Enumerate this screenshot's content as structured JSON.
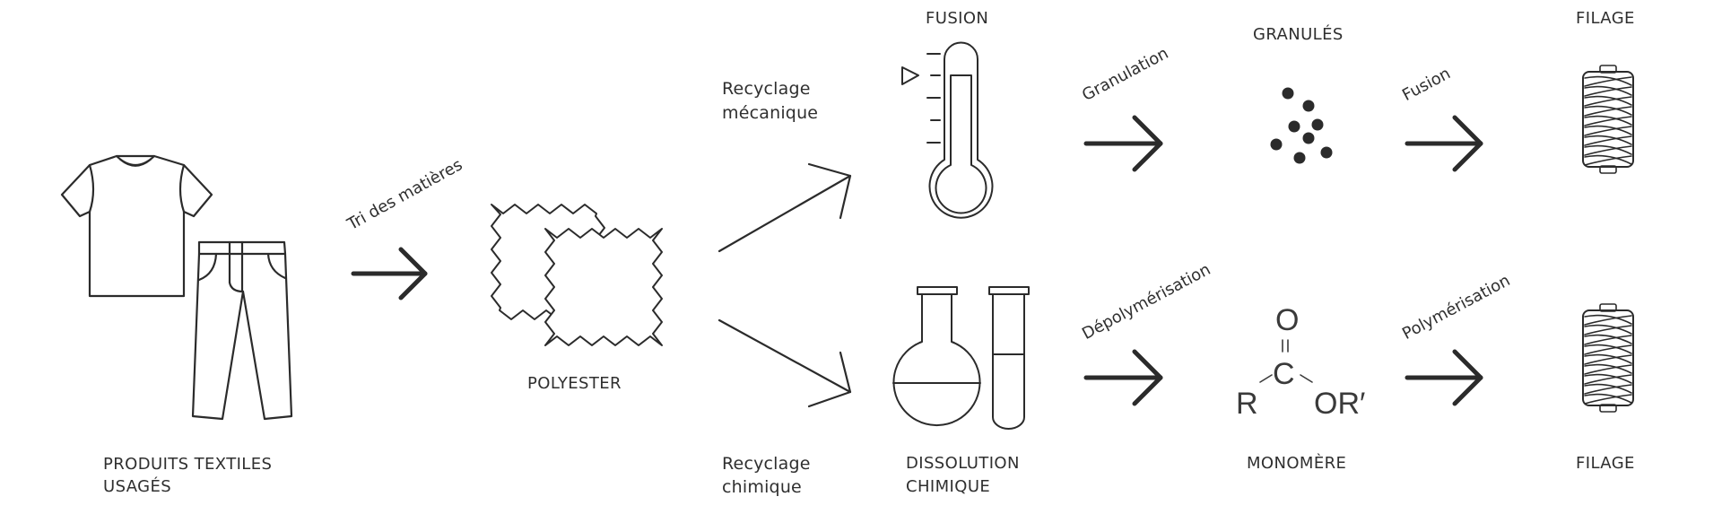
{
  "diagram": {
    "title": "Recyclage du polyester",
    "nodes": {
      "source": {
        "label_line1": "PRODUITS TEXTILES",
        "label_line2": "USAGÉS",
        "icon": "clothes-icon"
      },
      "polyester": {
        "label": "POLYESTER",
        "icon": "fabric-pieces-icon"
      },
      "fusion": {
        "label": "FUSION",
        "icon": "thermometer-icon"
      },
      "dissolution": {
        "label_line1": "DISSOLUTION",
        "label_line2": "CHIMIQUE",
        "icon": "lab-flask-icon"
      },
      "granules": {
        "label": "GRANULÉS",
        "icon": "granules-icon"
      },
      "monomere": {
        "label": "MONOMÈRE",
        "icon": "ester-formula-icon",
        "formula": {
          "o": "O",
          "double_bond": "=",
          "c": "C",
          "r": "R",
          "or": "OR′"
        }
      },
      "filage_top": {
        "label": "FILAGE",
        "icon": "thread-spool-icon"
      },
      "filage_bottom": {
        "label": "FILAGE",
        "icon": "thread-spool-icon"
      }
    },
    "edges": {
      "tri": {
        "label": "Tri des matières"
      },
      "mecanique": {
        "label_line1": "Recyclage",
        "label_line2": "mécanique"
      },
      "chimique": {
        "label_line1": "Recyclage",
        "label_line2": "chimique"
      },
      "granulation": {
        "label": "Granulation"
      },
      "fusion": {
        "label": "Fusion"
      },
      "depolymerisation": {
        "label": "Dépolymérisation"
      },
      "polymerisation": {
        "label": "Polymérisation"
      }
    },
    "colors": {
      "stroke": "#2b2b2b",
      "text": "#2f2f2f",
      "background": "#ffffff"
    }
  }
}
